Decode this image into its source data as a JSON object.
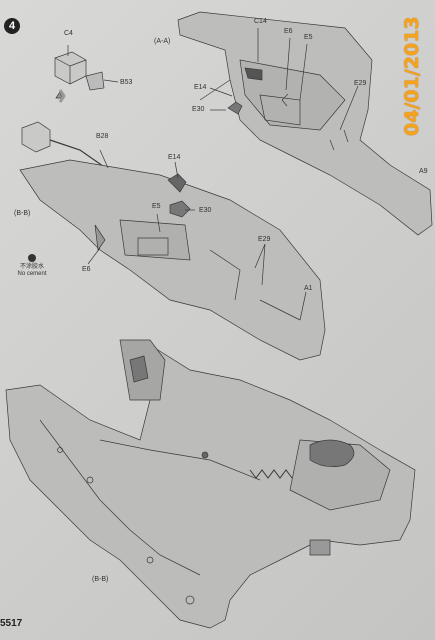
{
  "step": {
    "number": "4"
  },
  "date_stamp": "04/01/2013",
  "page_number": "5517",
  "view_a": "(A-A)",
  "view_b_upper": "(B-B)",
  "view_b_lower": "(B-B)",
  "no_cement": {
    "chinese": "不涂胶水",
    "english": "No cement"
  },
  "parts": {
    "c4": "C4",
    "b53": "B53",
    "b28": "B28",
    "c14": "C14",
    "e6_top": "E6",
    "e5_top": "E5",
    "e14_top": "E14",
    "e30_top": "E30",
    "e29_top": "E29",
    "a9": "A9",
    "e14_mid": "E14",
    "e5_mid": "E5",
    "e30_mid": "E30",
    "e6_mid": "E6",
    "e29_mid": "E29",
    "a1": "A1"
  },
  "colors": {
    "paper": "#d2d2d0",
    "line": "#3a3a3a",
    "stamp": "#f6a21a"
  }
}
